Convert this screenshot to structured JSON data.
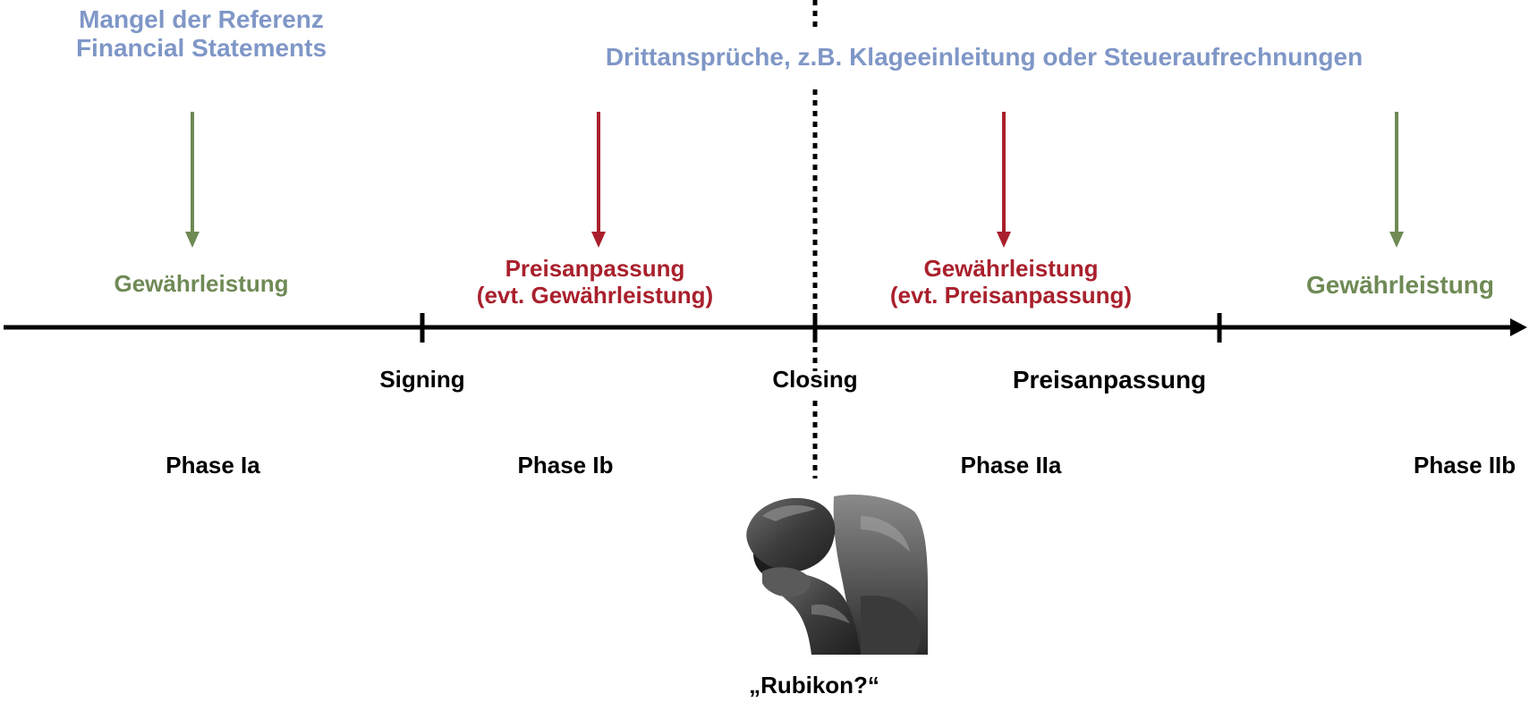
{
  "top_labels": {
    "left_title_line1": "Mangel der Referenz",
    "left_title_line2": "Financial Statements",
    "right_title": "Drittansprüche, z.B. Klageeinleitung oder Steueraufrechnungen"
  },
  "above_axis": {
    "phase_1a": "Gewährleistung",
    "phase_1b_line1": "Preisanpassung",
    "phase_1b_line2": "(evt. Gewährleistung)",
    "phase_2a_line1": "Gewährleistung",
    "phase_2a_line2": "(evt. Preisanpassung)",
    "phase_2b": "Gewährleistung"
  },
  "milestones": {
    "signing": "Signing",
    "closing": "Closing",
    "price_adjustment": "Preisanpassung"
  },
  "phases": {
    "ia": "Phase Ia",
    "ib": "Phase Ib",
    "iia": "Phase IIa",
    "iib": "Phase IIb"
  },
  "caption": "„Rubikon?“",
  "colors": {
    "blue": "#7f97c7",
    "green": "#6f8a55",
    "red": "#a9202c",
    "axis": "#000000"
  },
  "icons": {
    "thinker": "thinker-statue-image"
  }
}
